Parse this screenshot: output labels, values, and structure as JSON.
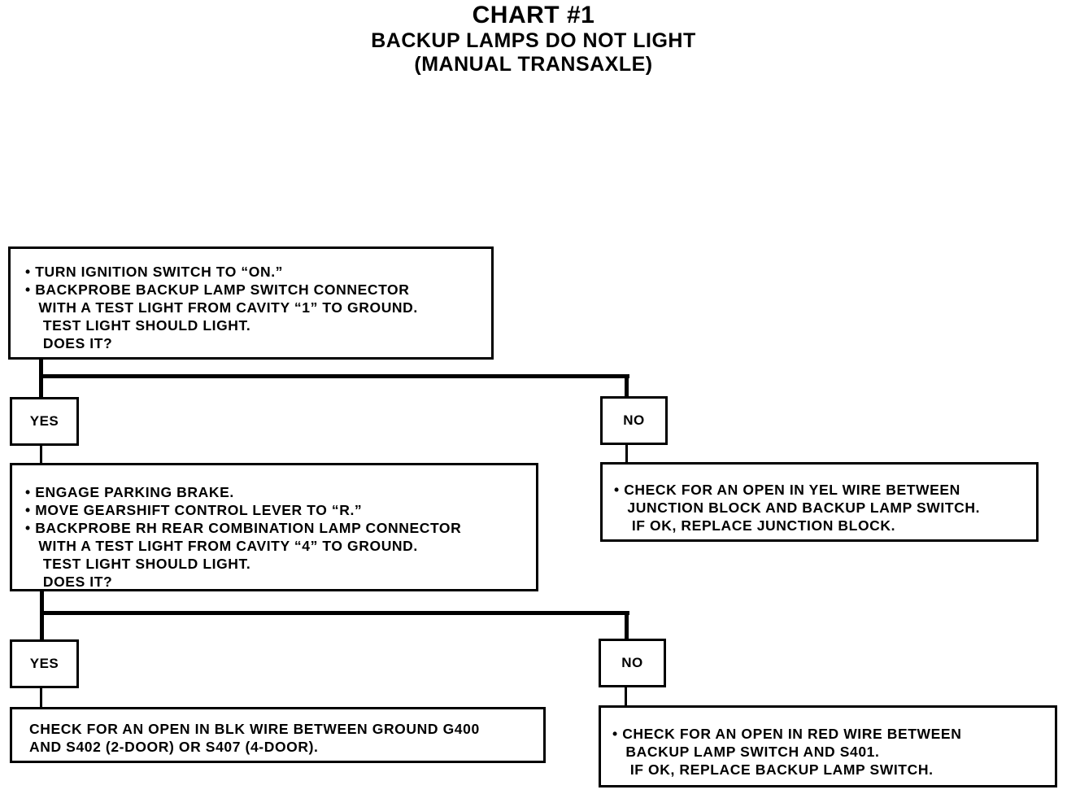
{
  "title": "CHART #1",
  "subtitle_line1": "BACKUP LAMPS DO NOT LIGHT",
  "subtitle_line2": "(MANUAL TRANSAXLE)",
  "step1": {
    "lines": [
      "• TURN IGNITION SWITCH TO “ON.”",
      "• BACKPROBE BACKUP LAMP SWITCH CONNECTOR",
      "   WITH A TEST LIGHT FROM CAVITY “1” TO GROUND.",
      "    TEST LIGHT SHOULD LIGHT.",
      "    DOES IT?"
    ]
  },
  "step1_yes": "YES",
  "step1_no": "NO",
  "step1_no_action": {
    "lines": [
      "• CHECK FOR AN OPEN IN YEL WIRE BETWEEN",
      "   JUNCTION BLOCK AND BACKUP LAMP SWITCH.",
      "    IF OK, REPLACE JUNCTION BLOCK."
    ]
  },
  "step2": {
    "lines": [
      "• ENGAGE PARKING BRAKE.",
      "• MOVE GEARSHIFT CONTROL LEVER TO “R.”",
      "• BACKPROBE RH REAR COMBINATION LAMP CONNECTOR",
      "   WITH A TEST LIGHT FROM CAVITY “4” TO GROUND.",
      "    TEST LIGHT SHOULD LIGHT.",
      "    DOES IT?"
    ]
  },
  "step2_yes": "YES",
  "step2_no": "NO",
  "step2_yes_action": {
    "lines": [
      "CHECK FOR AN OPEN IN BLK WIRE BETWEEN GROUND G400",
      "AND S402 (2-DOOR) OR S407 (4-DOOR)."
    ]
  },
  "step2_no_action": {
    "lines": [
      "• CHECK FOR AN OPEN IN RED WIRE BETWEEN",
      "   BACKUP LAMP SWITCH AND S401.",
      "    IF OK, REPLACE BACKUP LAMP SWITCH."
    ]
  }
}
